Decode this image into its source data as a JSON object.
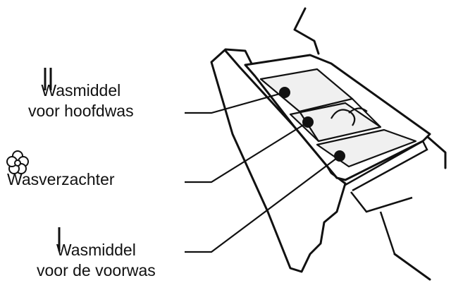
{
  "labels": {
    "main_wash": {
      "line1": "Wasmiddel",
      "line2": "voor hoofdwas",
      "symbol": "double-bar-icon"
    },
    "softener": {
      "line1": "Wasverzachter",
      "symbol": "flower-icon"
    },
    "pre_wash": {
      "line1": "Wasmiddel",
      "line2": "voor de voorwas",
      "symbol": "single-bar-icon"
    }
  },
  "colors": {
    "ink": "#111111",
    "tray_fill": "#f0f0f0",
    "tray_shade": "#cccccc"
  }
}
